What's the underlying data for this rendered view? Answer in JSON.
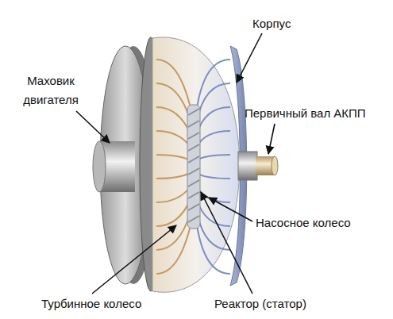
{
  "diagram": {
    "labels": [
      "Корпус",
      "Маховик двигателя",
      "Первичный вал АКПП",
      "Насосное колесо",
      "Турбинное колесо",
      "Реактор (статор)"
    ]
  }
}
